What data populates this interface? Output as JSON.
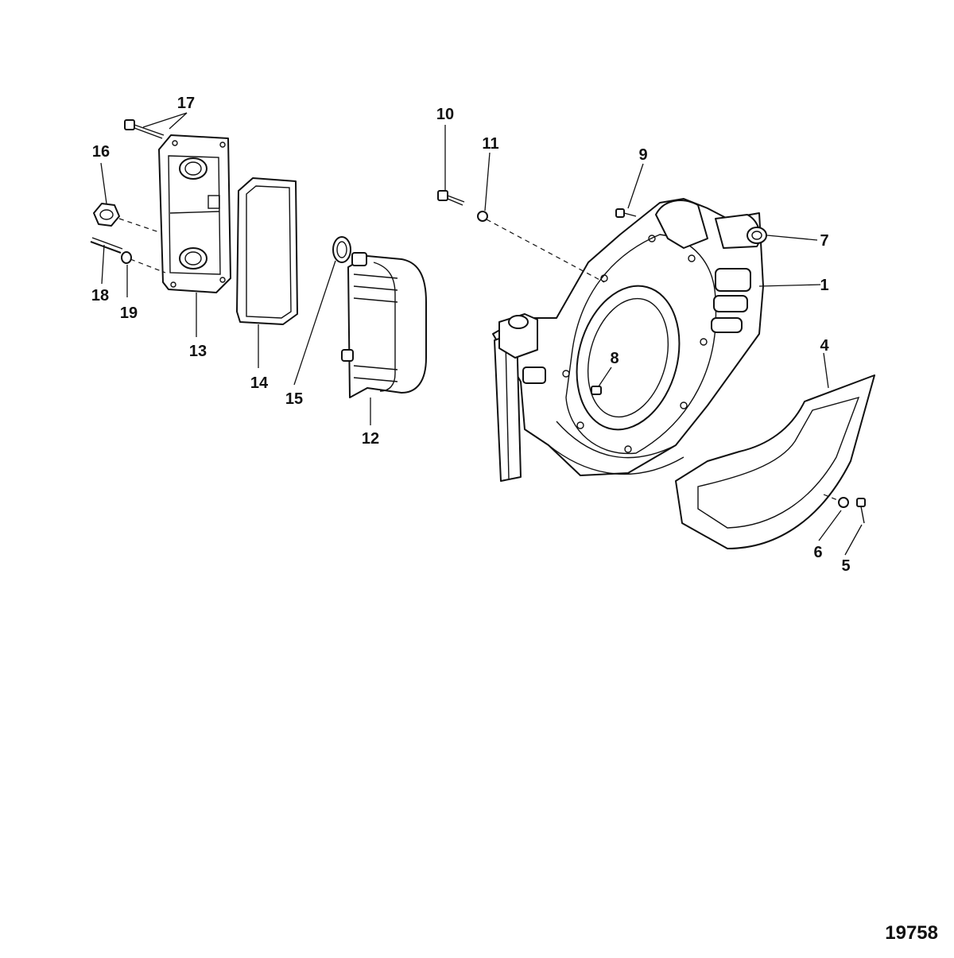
{
  "figure_number": "19758",
  "callouts": {
    "c1": "1",
    "c4": "4",
    "c5": "5",
    "c6": "6",
    "c7": "7",
    "c8": "8",
    "c9": "9",
    "c10": "10",
    "c11": "11",
    "c12": "12",
    "c13": "13",
    "c14": "14",
    "c15": "15",
    "c16": "16",
    "c17": "17",
    "c18": "18",
    "c19": "19"
  }
}
